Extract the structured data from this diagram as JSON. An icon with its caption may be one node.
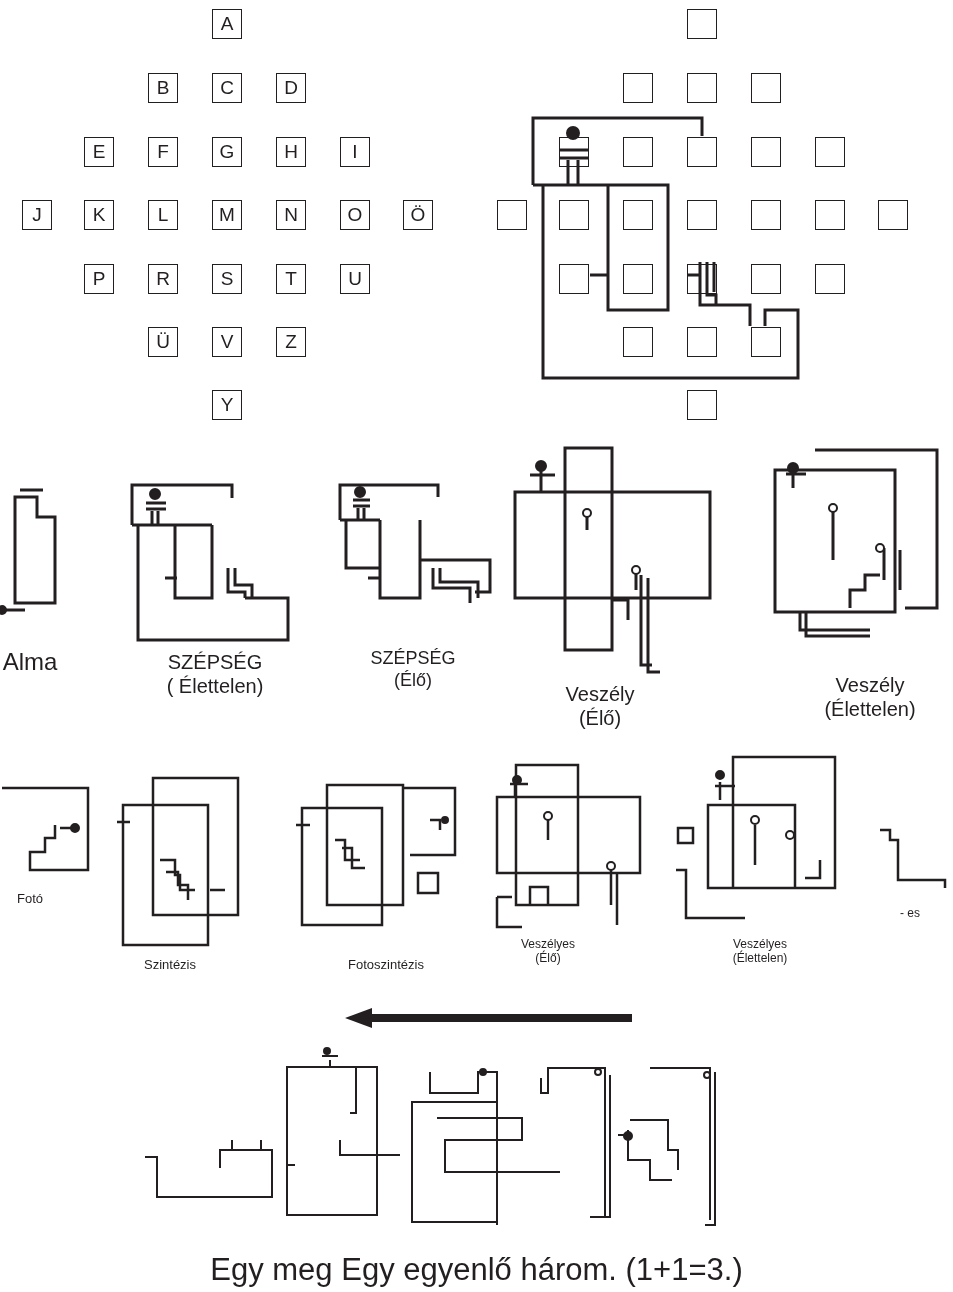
{
  "diagram": {
    "caption": "Egy meg Egy egyenlő három. (1+1=3.)",
    "nodes": [
      {
        "text": [
          "A"
        ]
      },
      {
        "text": [
          "B"
        ]
      },
      {
        "text": [
          "C"
        ]
      },
      {
        "text": [
          "D"
        ]
      },
      {
        "text": [
          "E"
        ]
      },
      {
        "text": [
          "F"
        ]
      },
      {
        "text": [
          "G"
        ]
      },
      {
        "text": [
          "H"
        ]
      },
      {
        "text": [
          "I"
        ]
      },
      {
        "text": [
          "J"
        ]
      },
      {
        "text": [
          "K"
        ]
      },
      {
        "text": [
          "L"
        ]
      },
      {
        "text": [
          "M"
        ]
      },
      {
        "text": [
          "N"
        ]
      },
      {
        "text": [
          "O"
        ]
      },
      {
        "text": [
          "Ö"
        ]
      },
      {
        "text": [
          "P"
        ]
      },
      {
        "text": [
          "R"
        ]
      },
      {
        "text": [
          "S"
        ]
      },
      {
        "text": [
          "T"
        ]
      },
      {
        "text": [
          "U"
        ]
      },
      {
        "text": [
          "Ü"
        ]
      },
      {
        "text": [
          "V"
        ]
      },
      {
        "text": [
          "Z"
        ]
      },
      {
        "text": [
          "Y"
        ]
      },
      {
        "text": [],
        "shape": "box"
      },
      {
        "text": [],
        "shape": "box"
      },
      {
        "text": [],
        "shape": "box"
      },
      {
        "text": [],
        "shape": "box"
      },
      {
        "text": [],
        "shape": "box"
      },
      {
        "text": [],
        "shape": "box"
      },
      {
        "text": [],
        "shape": "box"
      },
      {
        "text": [],
        "shape": "box"
      },
      {
        "text": [],
        "shape": "box"
      },
      {
        "text": [],
        "shape": "box"
      },
      {
        "text": [],
        "shape": "box"
      },
      {
        "text": [],
        "shape": "box"
      },
      {
        "text": [],
        "shape": "box"
      },
      {
        "text": [],
        "shape": "box"
      },
      {
        "text": [],
        "shape": "box"
      },
      {
        "text": [],
        "shape": "box"
      },
      {
        "text": [],
        "shape": "box"
      },
      {
        "text": [],
        "shape": "box"
      },
      {
        "text": [],
        "shape": "box"
      },
      {
        "text": [],
        "shape": "box"
      },
      {
        "text": [],
        "shape": "box"
      },
      {
        "text": [],
        "shape": "box"
      },
      {
        "text": [],
        "shape": "box"
      },
      {
        "text": [],
        "shape": "box"
      },
      {
        "text": [],
        "shape": "box"
      }
    ],
    "labels": [
      "Alma",
      "SZÉPSÉG ( Élettelen)",
      "SZÉPSÉG (Élő)",
      "Veszély (Élő)",
      "Veszély (Élettelen)",
      "Fotó",
      "Szintézis",
      "Fotoszintézis",
      "Veszélyes (Élő)",
      "Veszélyes (Élettelen)",
      "- es"
    ]
  }
}
